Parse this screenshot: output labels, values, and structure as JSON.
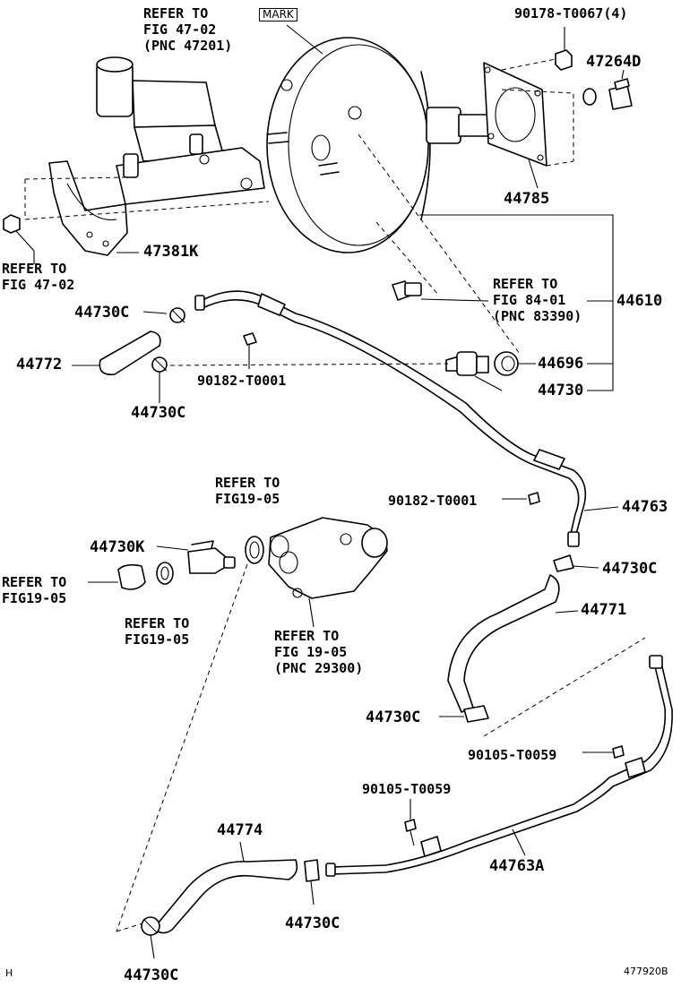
{
  "labels": {
    "refer_fig47_02_top": "REFER TO\nFIG 47-02\n(PNC 47201)",
    "mark": "MARK",
    "p90178": "90178-T0067(4)",
    "p47264d": "47264D",
    "p44785": "44785",
    "refer_fig47_02_left": "REFER TO\nFIG 47-02",
    "p47381k": "47381K",
    "p44610": "44610",
    "refer_fig84_01": "REFER TO\nFIG 84-01\n(PNC 83390)",
    "p44730c_1": "44730C",
    "p44772": "44772",
    "p90182_a": "90182-T0001",
    "p44696": "44696",
    "p44730": "44730",
    "p44730c_2": "44730C",
    "refer_fig19_05_a": "REFER TO\nFIG19-05",
    "p90182_b": "90182-T0001",
    "p44763": "44763",
    "p44730k": "44730K",
    "refer_fig19_05_b": "REFER TO\nFIG19-05",
    "p44730c_3": "44730C",
    "refer_fig19_05_c": "REFER TO\nFIG19-05",
    "p44771": "44771",
    "refer_fig19_05_d": "REFER TO\nFIG 19-05\n(PNC 29300)",
    "p44730c_4": "44730C",
    "p90105_a": "90105-T0059",
    "p90105_b": "90105-T0059",
    "p44774": "44774",
    "p44763a": "44763A",
    "p44730c_5": "44730C",
    "p44730c_6": "44730C",
    "corner_mark": "H",
    "figure_code": "477920B"
  }
}
